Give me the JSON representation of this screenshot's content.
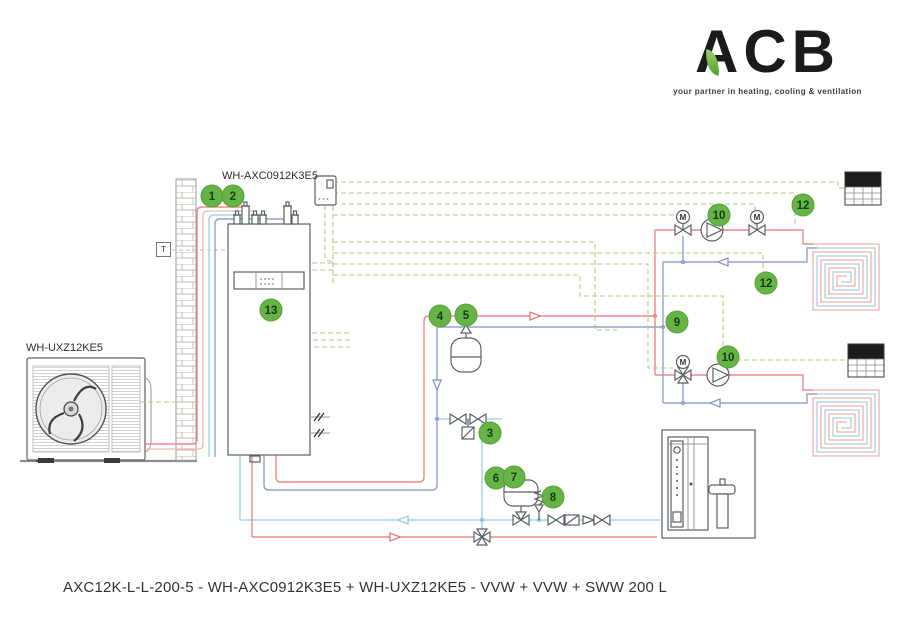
{
  "logo": {
    "brand": "ACB",
    "tagline": "your partner in heating, cooling & ventilation"
  },
  "units": {
    "indoor": "WH-AXC0912K3E5",
    "outdoor": "WH-UXZ12KE5"
  },
  "sensor": {
    "label": "T"
  },
  "caption": "AXC12K-L-L-200-5 - WH-AXC0912K3E5 + WH-UXZ12KE5 - VVW + VVW + SWW 200 L",
  "components": {
    "motor_label": "M"
  },
  "markers": {
    "m1": {
      "label": "1"
    },
    "m2": {
      "label": "2"
    },
    "m3": {
      "label": "3"
    },
    "m4": {
      "label": "4"
    },
    "m5": {
      "label": "5"
    },
    "m6": {
      "label": "6"
    },
    "m7": {
      "label": "7"
    },
    "m8": {
      "label": "8"
    },
    "m9": {
      "label": "9"
    },
    "m10a": {
      "label": "10"
    },
    "m10b": {
      "label": "10"
    },
    "m12a": {
      "label": "12"
    },
    "m12b": {
      "label": "12"
    },
    "m13": {
      "label": "13"
    }
  },
  "colors": {
    "heating_supply": "#e88b8b",
    "heating_return": "#92a2cf",
    "cold_water": "#a6d9e8",
    "control_wiring": "#b3c986",
    "marker_green": "#66b347",
    "logo_leaf": "#6ab644"
  }
}
